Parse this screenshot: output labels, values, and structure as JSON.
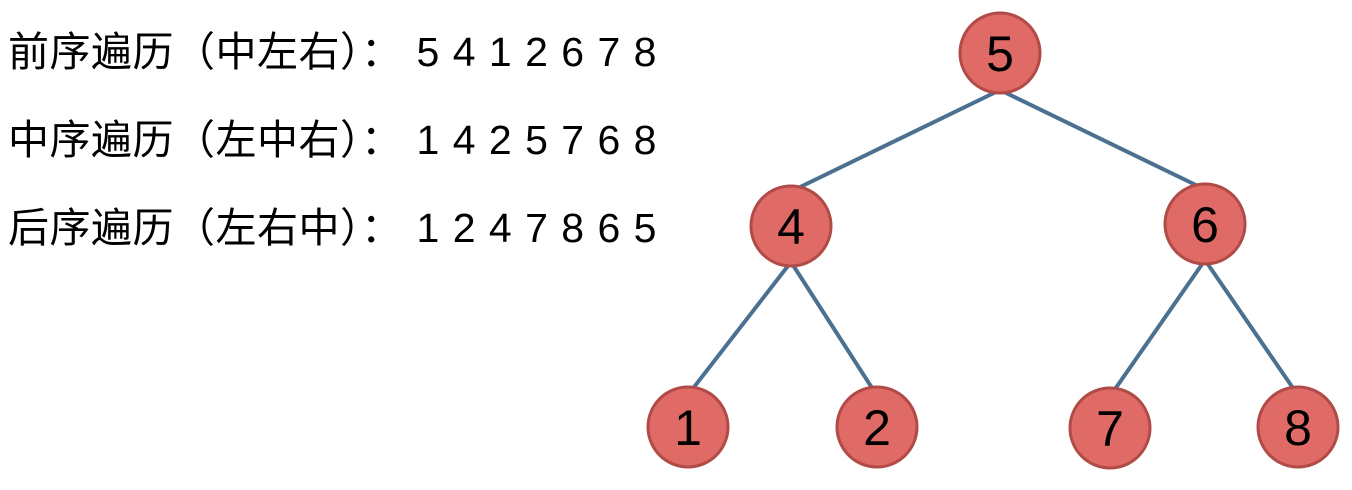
{
  "traversals": [
    {
      "label": "前序遍历（中左右）：",
      "sequence": "5 4 1 2 6 7 8"
    },
    {
      "label": "中序遍历（左中右）：",
      "sequence": "1 4 2 5 7 6 8"
    },
    {
      "label": "后序遍历（左右中）：",
      "sequence": "1 2 4 7 8 6 5"
    }
  ],
  "tree": {
    "nodes": [
      {
        "value": "5",
        "parent": null
      },
      {
        "value": "4",
        "parent": "5"
      },
      {
        "value": "6",
        "parent": "5"
      },
      {
        "value": "1",
        "parent": "4"
      },
      {
        "value": "2",
        "parent": "4"
      },
      {
        "value": "7",
        "parent": "6"
      },
      {
        "value": "8",
        "parent": "6"
      }
    ],
    "edges": [
      [
        "5",
        "4"
      ],
      [
        "5",
        "6"
      ],
      [
        "4",
        "1"
      ],
      [
        "4",
        "2"
      ],
      [
        "6",
        "7"
      ],
      [
        "6",
        "8"
      ]
    ]
  },
  "colors": {
    "node_fill": "#e06a66",
    "node_border": "#b04b47",
    "edge": "#4a7191",
    "text": "#000000",
    "background": "#ffffff"
  }
}
